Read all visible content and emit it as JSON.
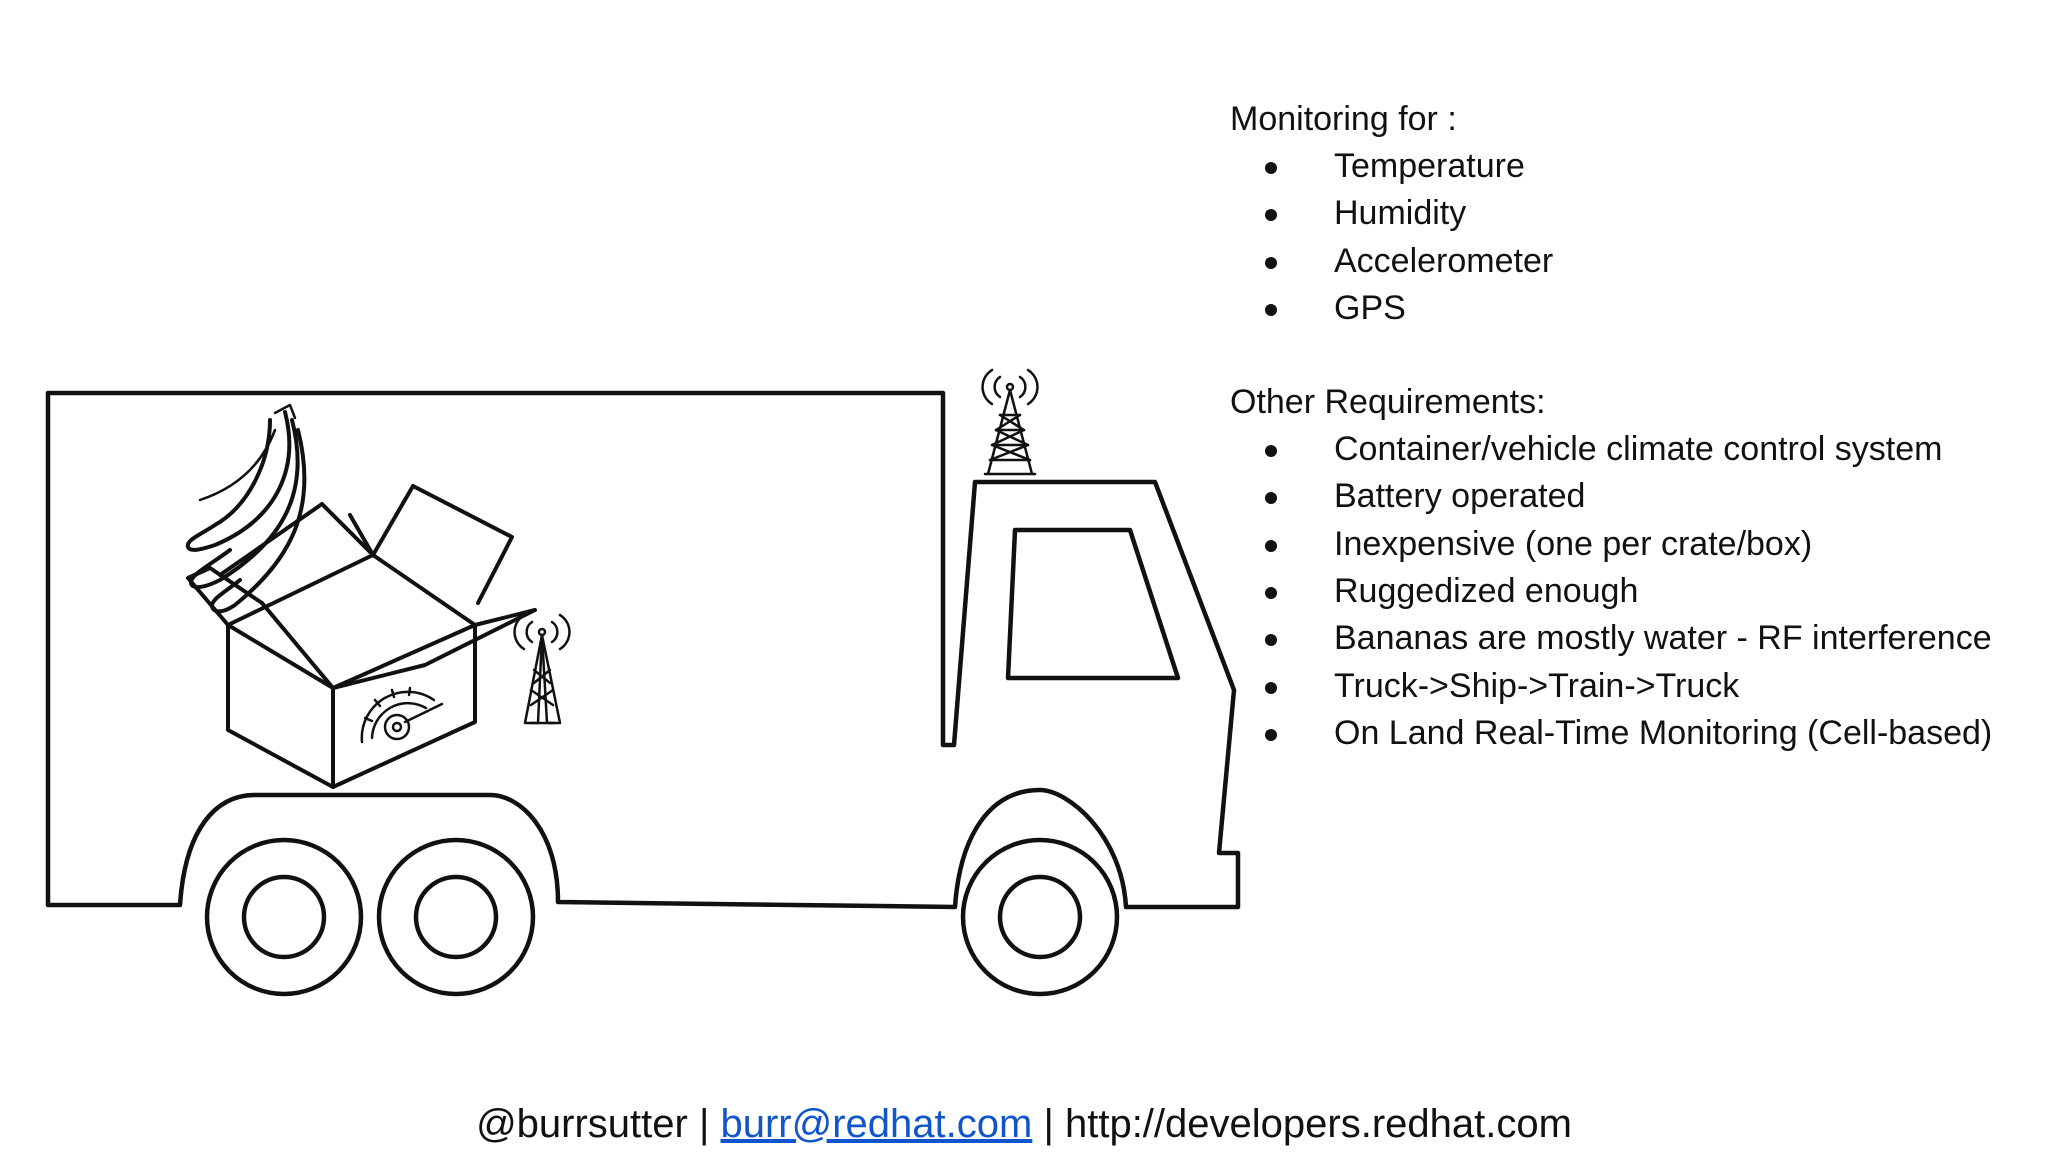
{
  "monitoring": {
    "heading": "Monitoring for :",
    "items": [
      "Temperature",
      "Humidity",
      "Accelerometer",
      "GPS"
    ]
  },
  "requirements": {
    "heading": "Other Requirements:",
    "items": [
      "Container/vehicle climate control system",
      "Battery operated",
      "Inexpensive (one per crate/box)",
      "Ruggedized enough",
      "Bananas are mostly water - RF interference",
      "Truck->Ship->Train->Truck",
      "On Land Real-Time Monitoring (Cell-based)"
    ]
  },
  "footer": {
    "handle": "@burrsutter",
    "separator": "|",
    "email": "burr@redhat.com",
    "website": "http://developers.redhat.com"
  },
  "colors": {
    "link": "#1155cc",
    "ink": "#111111",
    "background": "#ffffff"
  },
  "icons": [
    "truck-icon",
    "box-icon",
    "banana-icon",
    "sensor-gauge-icon",
    "cell-tower-icon"
  ]
}
